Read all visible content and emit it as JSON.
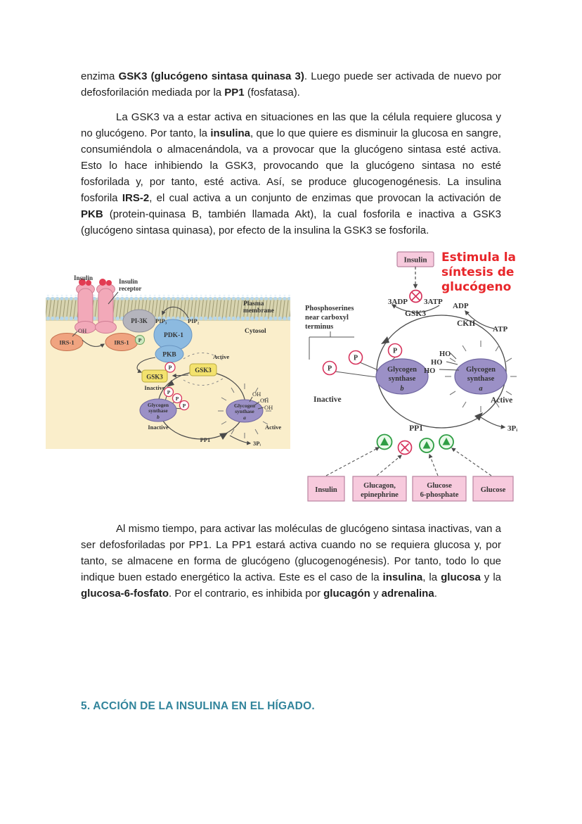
{
  "document": {
    "heading": {
      "text": "5. ACCIÓN DE LA INSULINA EN EL HÍGADO.",
      "color": "#31849B"
    },
    "p1": [
      {
        "t": "enzima "
      },
      {
        "t": "GSK3 (glucógeno sintasa quinasa 3)"
      },
      {
        "t": ". Luego puede ser activada de nuevo por defosforilación mediada por la "
      },
      {
        "t": "PP1"
      },
      {
        "t": " (fosfatasa)."
      }
    ],
    "p2": [
      {
        "t": "La GSK3 va a estar activa en situaciones en las que la célula requiere glucosa y no glucógeno. Por tanto, la "
      },
      {
        "t": "insulina"
      },
      {
        "t": ", que lo que quiere es disminuir la glucosa en sangre, consumiéndola o almacenándola, va a provocar que la glucógeno sintasa esté activa. Esto lo hace inhibiendo la GSK3, provocando que la glucógeno sintasa no esté fosforilada y, por tanto, esté activa. Así, se produce glucogenogénesis. La insulina fosforila "
      },
      {
        "t": "IRS-2"
      },
      {
        "t": ", el cual activa a un conjunto de enzimas que provocan la activación de "
      },
      {
        "t": "PKB"
      },
      {
        "t": " (protein-quinasa B, también llamada Akt), la cual fosforila e inactiva a GSK3 (glucógeno sintasa quinasa), por efecto de la insulina la GSK3 se fosforila."
      }
    ],
    "p3": [
      {
        "t": "Al mismo tiempo, para activar las moléculas de glucógeno sintasa inactivas, van a ser defosforiladas por PP1. La PP1 estará activa cuando no se requiera glucosa y, por tanto, se almacene en forma de glucógeno (glucogenogénesis). Por tanto, todo lo que indique buen estado energético la activa. Este es el caso de la "
      },
      {
        "t": "insulina"
      },
      {
        "t": ", la "
      },
      {
        "t": "glucosa"
      },
      {
        "t": " y la "
      },
      {
        "t": "glucosa-6-fosfato"
      },
      {
        "t": ". Por el contrario, es inhibida por "
      },
      {
        "t": "glucagón"
      },
      {
        "t": " y "
      },
      {
        "t": "adrenalina"
      },
      {
        "t": "."
      }
    ]
  },
  "fl": {
    "insulin": "Insulin",
    "receptor1": "Insulin",
    "receptor2": "receptor",
    "plasma1": "Plasma",
    "plasma2": "membrane",
    "cytosol": "Cytosol",
    "irs1": "IRS-1",
    "oh": "OH",
    "p": "P",
    "pi3k": "PI-3K",
    "pip3": "PIP₃",
    "pip2": "PIP₂",
    "pdk1": "PDK-1",
    "pkb": "PKB",
    "gsk3": "GSK3",
    "active": "Active",
    "inactive": "Inactive",
    "glycogen": "Glycogen",
    "synthase": "synthase",
    "b": "b",
    "a": "a",
    "pp1": "PP1",
    "pi3": "3Pᵢ"
  },
  "fr": {
    "insulin_box": "Insulin",
    "note1": "Estimula la",
    "note2": "síntesis de",
    "note3": "glucógeno",
    "adp3": "3ADP",
    "atp3": "3ATP",
    "gsk3": "GSK3",
    "adp": "ADP",
    "ckii": "CKII",
    "atp": "ATP",
    "ph1": "Phosphoserines",
    "ph2": "near carboxyl",
    "ph3": "terminus",
    "p": "P",
    "ho": "HO",
    "glycogen": "Glycogen",
    "synthase": "synthase",
    "b": "b",
    "a": "a",
    "inactive": "Inactive",
    "active": "Active",
    "pp1": "PP1",
    "pi3": "3Pᵢ",
    "box1": "Insulin",
    "box2a": "Glucagon,",
    "box2b": "epinephrine",
    "box3a": "Glucose",
    "box3b": "6-phosphate",
    "box4": "Glucose"
  },
  "colors": {
    "heading_teal": "#31849B",
    "annotation_red": "#E8262A",
    "enzyme_cyan": "#3AB4E8",
    "box_pink": "#F7CADD",
    "synthase_purple": "#9B90C6",
    "gsk3_yellow": "#F3E26E",
    "cytosol_beige": "#FAEECB",
    "phosphate_red": "#D6335C",
    "activation_green": "#2F9E44"
  }
}
